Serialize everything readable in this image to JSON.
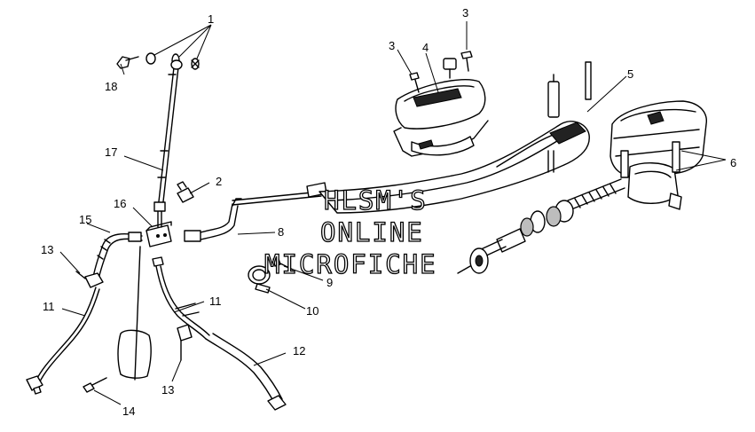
{
  "watermark": {
    "line1": "HLSM'S",
    "line2": "ONLINE",
    "line3": "MICROFICHE"
  },
  "callouts": [
    {
      "id": "c1",
      "label": "1"
    },
    {
      "id": "c2",
      "label": "2"
    },
    {
      "id": "c3a",
      "label": "3"
    },
    {
      "id": "c3b",
      "label": "3"
    },
    {
      "id": "c4",
      "label": "4"
    },
    {
      "id": "c5",
      "label": "5"
    },
    {
      "id": "c6",
      "label": "6"
    },
    {
      "id": "c8",
      "label": "8"
    },
    {
      "id": "c9",
      "label": "9"
    },
    {
      "id": "c10",
      "label": "10"
    },
    {
      "id": "c11a",
      "label": "11"
    },
    {
      "id": "c11b",
      "label": "11"
    },
    {
      "id": "c12",
      "label": "12"
    },
    {
      "id": "c13a",
      "label": "13"
    },
    {
      "id": "c13b",
      "label": "13"
    },
    {
      "id": "c14",
      "label": "14"
    },
    {
      "id": "c15",
      "label": "15"
    },
    {
      "id": "c16",
      "label": "16"
    },
    {
      "id": "c17",
      "label": "17"
    },
    {
      "id": "c18",
      "label": "18"
    }
  ]
}
